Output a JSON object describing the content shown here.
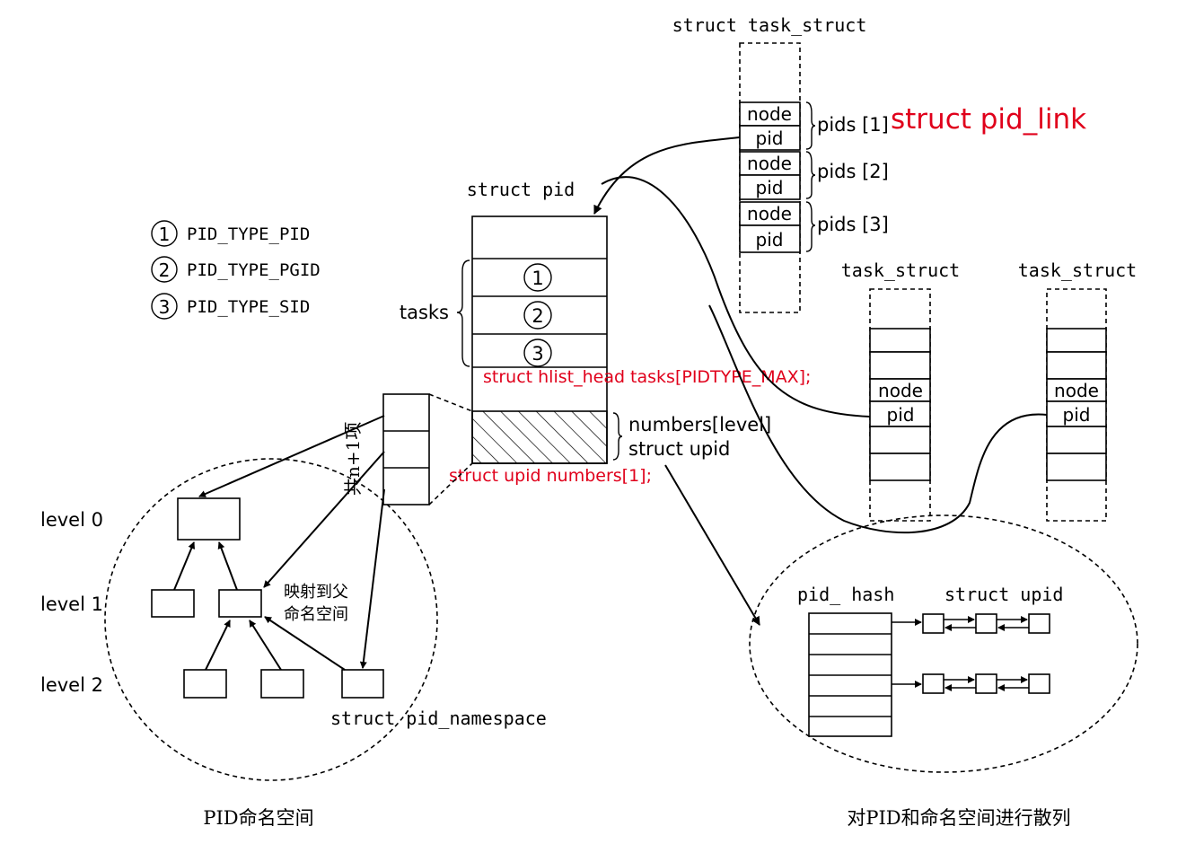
{
  "task_struct_main": {
    "title": "struct task_struct",
    "node_label": "node",
    "pid_label": "pid",
    "pids": [
      "pids [1]",
      "pids [2]",
      "pids [3]"
    ],
    "pid_link_label": "struct pid_link"
  },
  "task_struct_a": {
    "title": "task_struct",
    "node_label": "node",
    "pid_label": "pid"
  },
  "task_struct_b": {
    "title": "task_struct",
    "node_label": "node",
    "pid_label": "pid"
  },
  "struct_pid": {
    "title": "struct pid",
    "tasks_label": "tasks",
    "slots": [
      "1",
      "2",
      "3"
    ],
    "hlist_label": "struct hlist_head tasks[PIDTYPE_MAX];",
    "numbers_label": "numbers[level]",
    "upid_label": "struct upid",
    "upid_numbers_label": "struct upid numbers[1];"
  },
  "legend": [
    {
      "num": "1",
      "text": "PID_TYPE_PID"
    },
    {
      "num": "2",
      "text": "PID_TYPE_PGID"
    },
    {
      "num": "3",
      "text": "PID_TYPE_SID"
    }
  ],
  "namespace": {
    "levels": [
      "level 0",
      "level 1",
      "level 2"
    ],
    "count_label": "共n+1项",
    "map_label_1": "映射到父",
    "map_label_2": "命名空间",
    "struct_label": "struct pid_namespace",
    "caption": "PID命名空间"
  },
  "hash": {
    "title": "pid_ hash",
    "upid_title": "struct upid",
    "caption": "对PID和命名空间进行散列"
  },
  "colors": {
    "annotation": "#e0001b",
    "ink": "#000000"
  }
}
